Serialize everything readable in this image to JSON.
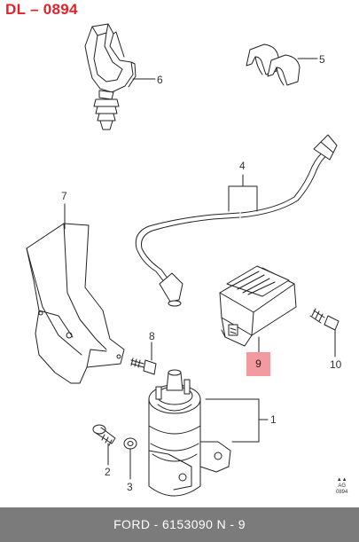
{
  "header": {
    "code": "DL – 0894"
  },
  "callouts": {
    "c1": "1",
    "c2": "2",
    "c3": "3",
    "c4": "4",
    "c5": "5",
    "c6": "6",
    "c7": "7",
    "c8": "8",
    "c9": "9",
    "c10": "10"
  },
  "highlight_color": "#f29a9f",
  "accent_color": "#e8202a",
  "corner_mark": {
    "top": "▲▲",
    "mid": "AG",
    "bottom": "0894"
  },
  "footer": {
    "text": "FORD - 6153090     N - 9"
  }
}
